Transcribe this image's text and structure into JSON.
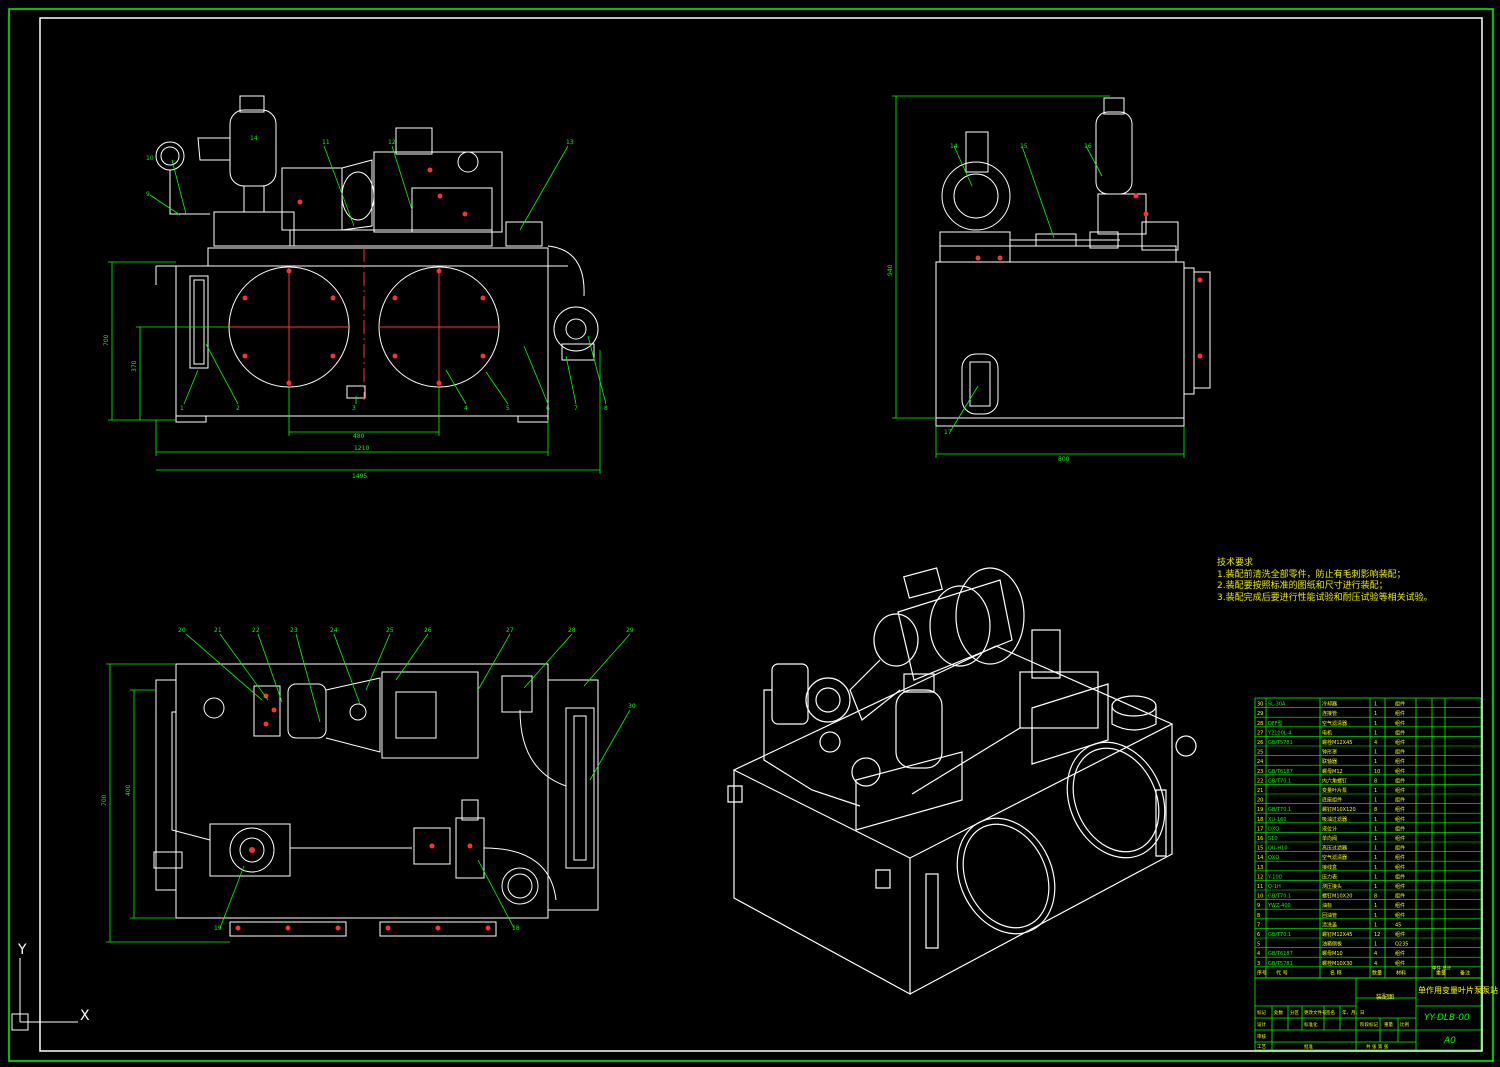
{
  "drawing": {
    "title": "单作用变量叶片泵泵站",
    "drawing_number": "YY-DLB-00",
    "sheet_size": "A0",
    "assembly_label": "装配图"
  },
  "tech_requirements": {
    "heading": "技术要求",
    "items": [
      "1.装配前清洗全部零件，防止有毛刺影响装配；",
      "2.装配要按照标准的图纸和尺寸进行装配；",
      "3.装配完成后要进行性能试验和耐压试验等相关试验。"
    ]
  },
  "dimensions": {
    "front_height_1": "700",
    "front_height_2": "370",
    "front_width_inner": "480",
    "front_width_tank": "1210",
    "front_width_total": "1495",
    "side_height": "940",
    "side_width": "800",
    "top_height_1": "700",
    "top_height_2": "400"
  },
  "balloons_front": [
    "10",
    "9",
    "11",
    "12",
    "13",
    "1",
    "2",
    "3",
    "4",
    "5",
    "6",
    "7",
    "8",
    "14"
  ],
  "balloons_side": [
    "14",
    "15",
    "16",
    "17"
  ],
  "balloons_top": [
    "20",
    "21",
    "22",
    "23",
    "24",
    "25",
    "26",
    "27",
    "28",
    "29",
    "30",
    "19",
    "18"
  ],
  "bom": {
    "rows": [
      {
        "no": "30",
        "code": "SL-30A",
        "name": "冷却器",
        "qty": "1",
        "mat": "组件"
      },
      {
        "no": "29",
        "code": "",
        "name": "连接管",
        "qty": "1",
        "mat": "组件"
      },
      {
        "no": "28",
        "code": "DFF型",
        "name": "空气滤清器",
        "qty": "1",
        "mat": "组件"
      },
      {
        "no": "27",
        "code": "Y2100L-4",
        "name": "电机",
        "qty": "1",
        "mat": "组件"
      },
      {
        "no": "26",
        "code": "GB/T5781",
        "name": "螺栓M12X45",
        "qty": "4",
        "mat": "组件"
      },
      {
        "no": "25",
        "code": "",
        "name": "钟形罩",
        "qty": "1",
        "mat": "组件"
      },
      {
        "no": "24",
        "code": "",
        "name": "联轴器",
        "qty": "1",
        "mat": "组件"
      },
      {
        "no": "23",
        "code": "GB/T6187",
        "name": "螺母M12",
        "qty": "10",
        "mat": "组件"
      },
      {
        "no": "22",
        "code": "GB/T70.1",
        "name": "内六角螺钉",
        "qty": "8",
        "mat": "组件"
      },
      {
        "no": "21",
        "code": "",
        "name": "变量叶片泵",
        "qty": "1",
        "mat": "组件"
      },
      {
        "no": "20",
        "code": "",
        "name": "底座组件",
        "qty": "1",
        "mat": "组件"
      },
      {
        "no": "19",
        "code": "GB/T70.1",
        "name": "螺钉M10X120",
        "qty": "8",
        "mat": "组件"
      },
      {
        "no": "18",
        "code": "XU-160",
        "name": "吸油过滤器",
        "qty": "1",
        "mat": "组件"
      },
      {
        "no": "17",
        "code": "DXQ",
        "name": "液位计",
        "qty": "1",
        "mat": "组件"
      },
      {
        "no": "16",
        "code": "S10",
        "name": "单向阀",
        "qty": "1",
        "mat": "组件"
      },
      {
        "no": "15",
        "code": "QU-H10",
        "name": "高压过滤器",
        "qty": "1",
        "mat": "组件"
      },
      {
        "no": "14",
        "code": "QXQ",
        "name": "空气滤清器",
        "qty": "1",
        "mat": "组件"
      },
      {
        "no": "13",
        "code": "",
        "name": "接线盒",
        "qty": "1",
        "mat": "组件"
      },
      {
        "no": "12",
        "code": "Y-100",
        "name": "压力表",
        "qty": "1",
        "mat": "组件"
      },
      {
        "no": "11",
        "code": "Q-1H",
        "name": "测压接头",
        "qty": "1",
        "mat": "组件"
      },
      {
        "no": "10",
        "code": "GB/T70.1",
        "name": "螺钉M10X20",
        "qty": "8",
        "mat": "组件"
      },
      {
        "no": "9",
        "code": "YWZ-400",
        "name": "油标",
        "qty": "1",
        "mat": "组件"
      },
      {
        "no": "8",
        "code": "",
        "name": "回油管",
        "qty": "1",
        "mat": "组件"
      },
      {
        "no": "7",
        "code": "",
        "name": "清洗盖",
        "qty": "1",
        "mat": "45"
      },
      {
        "no": "6",
        "code": "GB/T70.1",
        "name": "螺钉M12X45",
        "qty": "12",
        "mat": "组件"
      },
      {
        "no": "5",
        "code": "",
        "name": "油箱侧板",
        "qty": "1",
        "mat": "Q235"
      },
      {
        "no": "4",
        "code": "GB/T6187",
        "name": "螺母M10",
        "qty": "4",
        "mat": "组件"
      },
      {
        "no": "3",
        "code": "GB/T5781",
        "name": "螺栓M10X30",
        "qty": "4",
        "mat": "组件"
      }
    ],
    "header": {
      "no": "序号",
      "code": "代  号",
      "name": "名  称",
      "qty": "数量",
      "mat": "材料",
      "weight": "单件 总计",
      "weight2": "重量",
      "remark": "备注"
    }
  },
  "title_block": {
    "labels": [
      "标记",
      "处数",
      "分区",
      "更改文件号",
      "签名",
      "年、月、日",
      "设计",
      "标准化",
      "阶段标记",
      "重量",
      "比例",
      "审核",
      "工艺",
      "批准",
      "共 张 第 张"
    ]
  },
  "ucs": {
    "y": "Y",
    "x": "X"
  }
}
